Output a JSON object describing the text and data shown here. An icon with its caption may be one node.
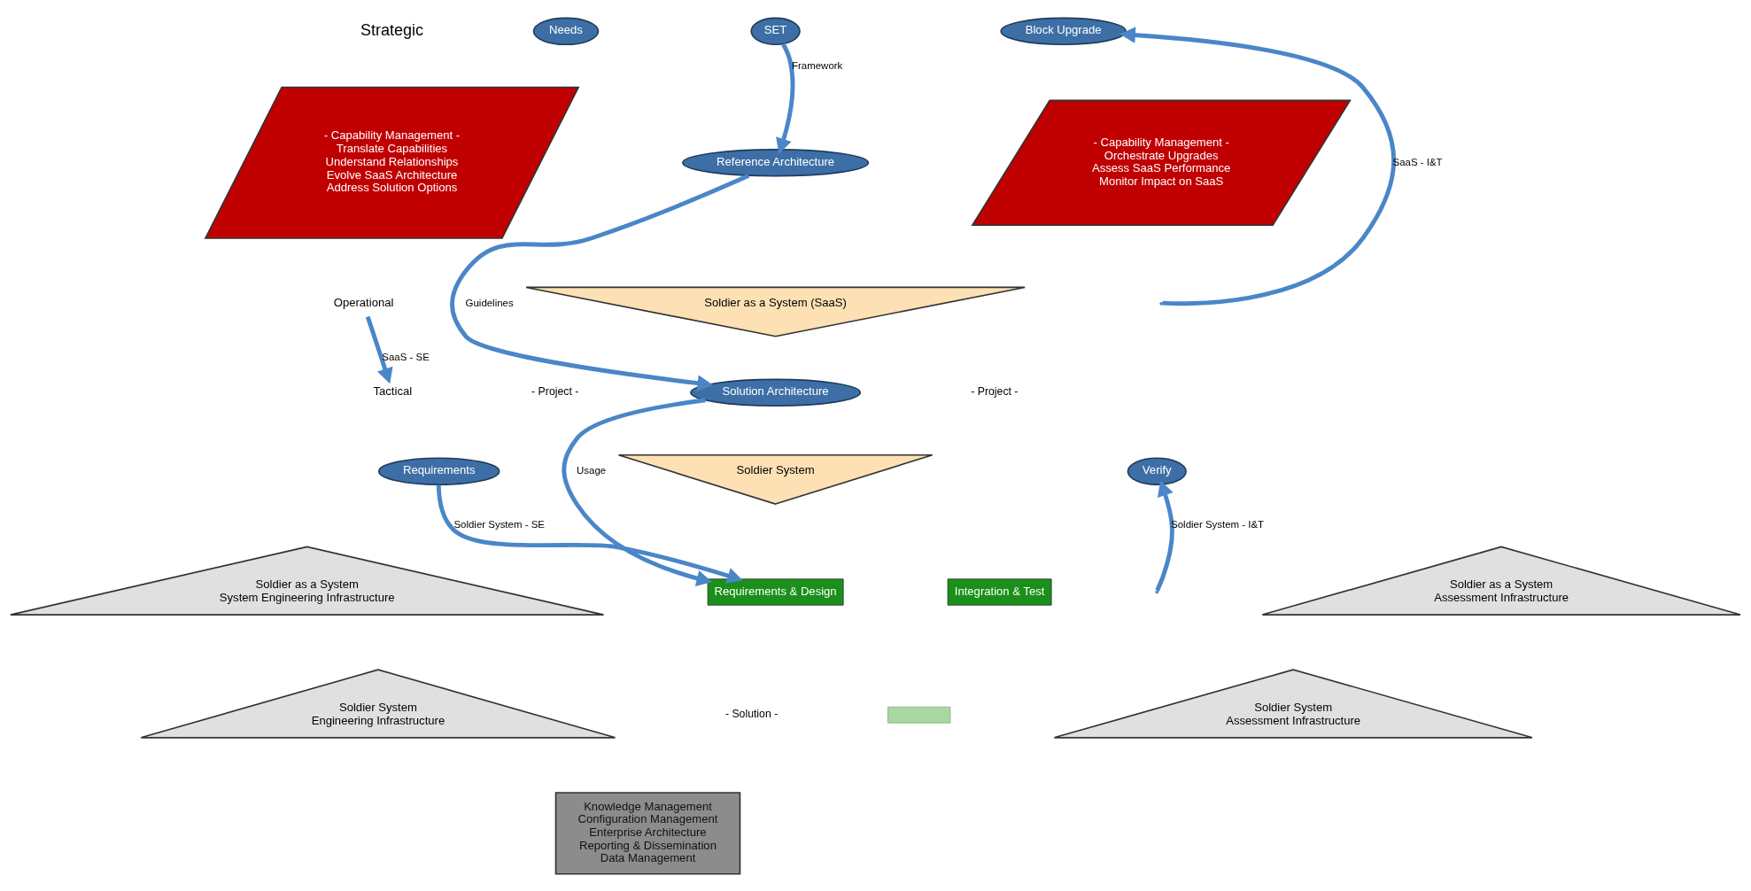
{
  "diagram": {
    "nodes": [
      {
        "text": [
          "SET"
        ]
      },
      {
        "text": [
          "Needs"
        ]
      },
      {
        "text": [
          "Block Upgrade"
        ]
      },
      {
        "text": [
          "Reference Architecture"
        ]
      },
      {
        "text": [
          "- Capability Management -",
          "Translate Capabilities",
          "Understand Relationships",
          "Evolve SaaS Architecture",
          "Address Solution Options"
        ]
      },
      {
        "text": [
          "- Capability Management -",
          "Orchestrate Upgrades",
          "Assess SaaS Performance",
          "Monitor Impact on SaaS"
        ]
      },
      {
        "text": [
          "Soldier as a System (SaaS)"
        ]
      },
      {
        "text": [
          "Operational"
        ]
      },
      {
        "text": [
          "Tactical"
        ]
      },
      {
        "text": [
          "Solution Architecture"
        ]
      },
      {
        "text": [
          "Soldier System"
        ]
      },
      {
        "text": [
          "Requirements"
        ]
      },
      {
        "text": [
          "Verify"
        ]
      },
      {
        "text": [
          "Requirements & Design"
        ]
      },
      {
        "text": [
          "Integration & Test"
        ]
      },
      {
        "text": [],
        "shape": "bar"
      },
      {
        "text": [
          "Soldier as a System",
          "System Engineering Infrastructure"
        ]
      },
      {
        "text": [
          "Soldier System",
          "Engineering Infrastructure"
        ]
      },
      {
        "text": [
          "Soldier as a System",
          "Assessment Infrastructure"
        ]
      },
      {
        "text": [
          "Soldier System",
          "Assessment Infrastructure"
        ]
      },
      {
        "text": [
          "Knowledge Management",
          "Configuration Management",
          "Enterprise Architecture",
          "Reporting & Dissemination",
          "Data Management"
        ]
      }
    ],
    "edges": [
      {
        "from": 0,
        "to": 3,
        "label": "Framework",
        "arrow": "to"
      },
      {
        "from": 3,
        "to": 9,
        "label": "Guidelines",
        "arrow": "to"
      },
      {
        "from": 7,
        "to": 8,
        "label": "SaaS - SE",
        "arrow": "to"
      },
      {
        "from": 9,
        "to": 13,
        "label": "Usage",
        "arrow": "to"
      },
      {
        "from": 11,
        "to": 13,
        "label": "Soldier System - SE",
        "arrow": "to"
      },
      {
        "from": null,
        "to": 12,
        "label": "Soldier System - I&T",
        "arrow": "to"
      },
      {
        "from": null,
        "to": 2,
        "label": "SaaS - I&T",
        "arrow": "to"
      }
    ],
    "labels": [
      "Strategic",
      "- Project -",
      "- Project -",
      "- Solution -"
    ]
  }
}
